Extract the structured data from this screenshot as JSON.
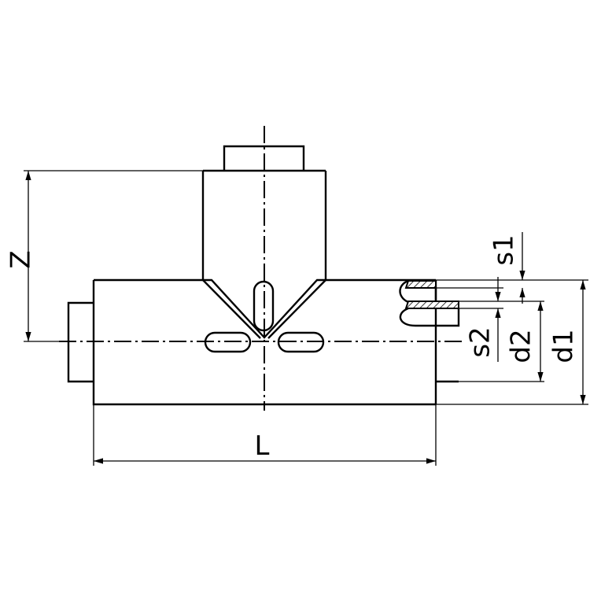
{
  "drawing": {
    "labels": {
      "z": "Z",
      "l": "L",
      "s1": "s1",
      "s2": "s2",
      "d1": "d1",
      "d2": "d2"
    }
  }
}
